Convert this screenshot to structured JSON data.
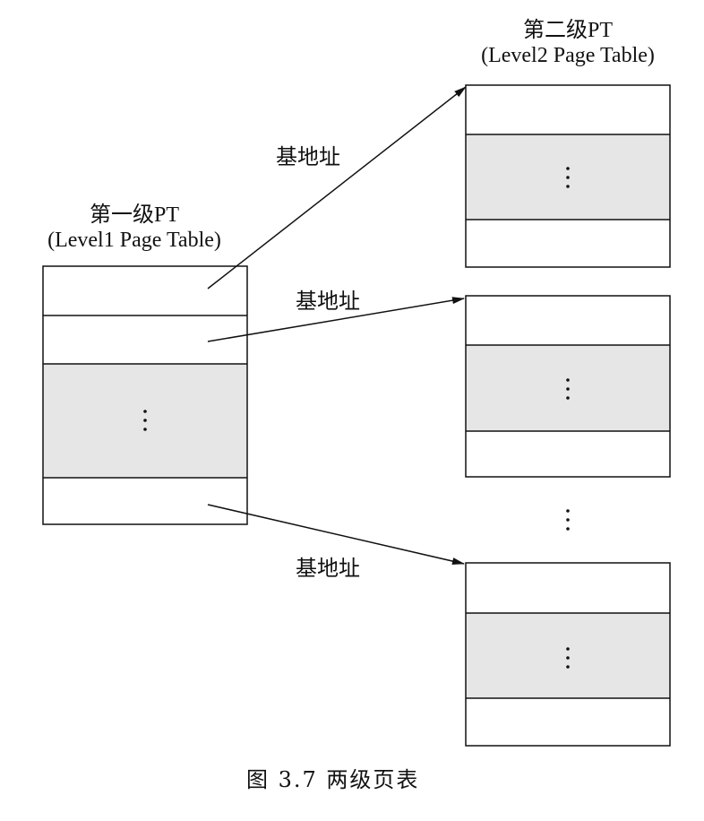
{
  "level1": {
    "title": "第一级PT",
    "subtitle": "(Level1 Page Table)"
  },
  "level2": {
    "title": "第二级PT",
    "subtitle": "(Level2 Page Table)"
  },
  "arrow_labels": [
    "基地址",
    "基地址",
    "基地址"
  ],
  "caption": "图 3.7   两级页表",
  "colors": {
    "shade": "#e6e6e6",
    "line": "#111111"
  }
}
